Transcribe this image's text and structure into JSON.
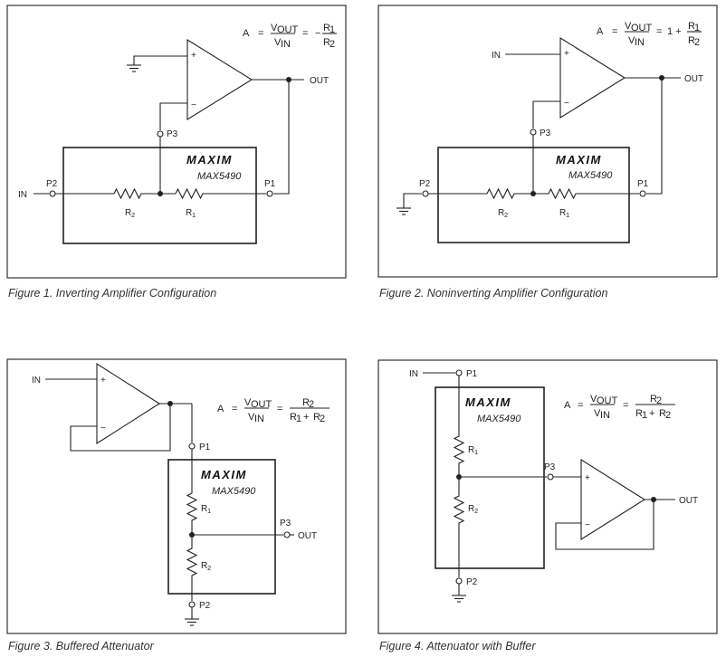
{
  "brand": "MAXIM",
  "part": "MAX5490",
  "labels": {
    "in": "IN",
    "out": "OUT",
    "p1": "P1",
    "p2": "P2",
    "p3": "P3",
    "r": "R",
    "sub1": "1",
    "sub2": "2",
    "plus": "+",
    "minus": "−",
    "a": "A",
    "eq": "=",
    "v": "V",
    "sub_out": "OUT",
    "sub_in": "IN",
    "neg": "−",
    "one_plus": "1 +",
    "plus_sign": "+"
  },
  "figures": [
    {
      "caption": "Figure 1. Inverting Amplifier Configuration"
    },
    {
      "caption": "Figure 2. Noninverting Amplifier Configuration"
    },
    {
      "caption": "Figure 3. Buffered Attenuator"
    },
    {
      "caption": "Figure 4. Attenuator with Buffer"
    }
  ]
}
